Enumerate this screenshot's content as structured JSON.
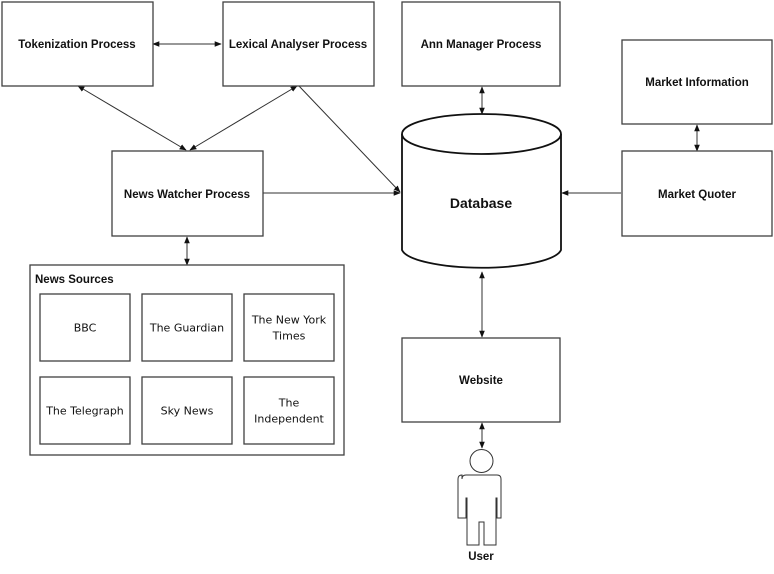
{
  "nodes": {
    "tokenization": "Tokenization Process",
    "lexical": "Lexical Analyser Process",
    "ann_manager": "Ann Manager Process",
    "market_information": "Market Information",
    "news_watcher": "News Watcher Process",
    "database": "Database",
    "market_quoter": "Market Quoter",
    "website": "Website",
    "user": "User"
  },
  "news_sources": {
    "title": "News Sources",
    "items": [
      {
        "line1": "BBC",
        "line2": ""
      },
      {
        "line1": "The Guardian",
        "line2": ""
      },
      {
        "line1": "The New York",
        "line2": "Times"
      },
      {
        "line1": "The Telegraph",
        "line2": ""
      },
      {
        "line1": "Sky News",
        "line2": ""
      },
      {
        "line1": "The",
        "line2": "Independent"
      }
    ]
  },
  "icons": {
    "database": "cylinder-icon",
    "user": "person-icon"
  }
}
